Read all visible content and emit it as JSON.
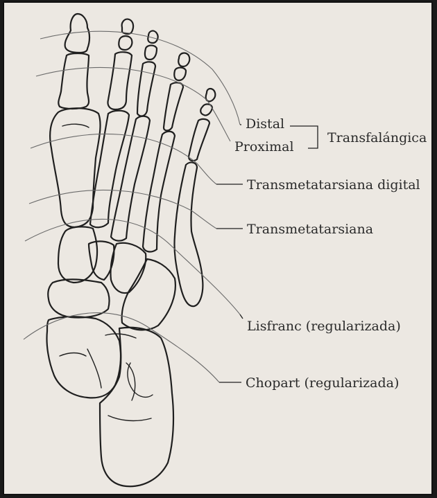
{
  "figure": {
    "labels": {
      "distal": "Distal",
      "proximal": "Proximal",
      "transfalangica": "Transfalángica",
      "transmetatarsiana_digital": "Transmetatarsiana digital",
      "transmetatarsiana": "Transmetatarsiana",
      "lisfranc": "Lisfranc (regularizada)",
      "chopart": "Chopart (regularizada)"
    },
    "colors": {
      "paper": "#ece8e2",
      "ink": "#1f1f1f",
      "guide": "#6a6a6a",
      "border": "#111111"
    }
  }
}
